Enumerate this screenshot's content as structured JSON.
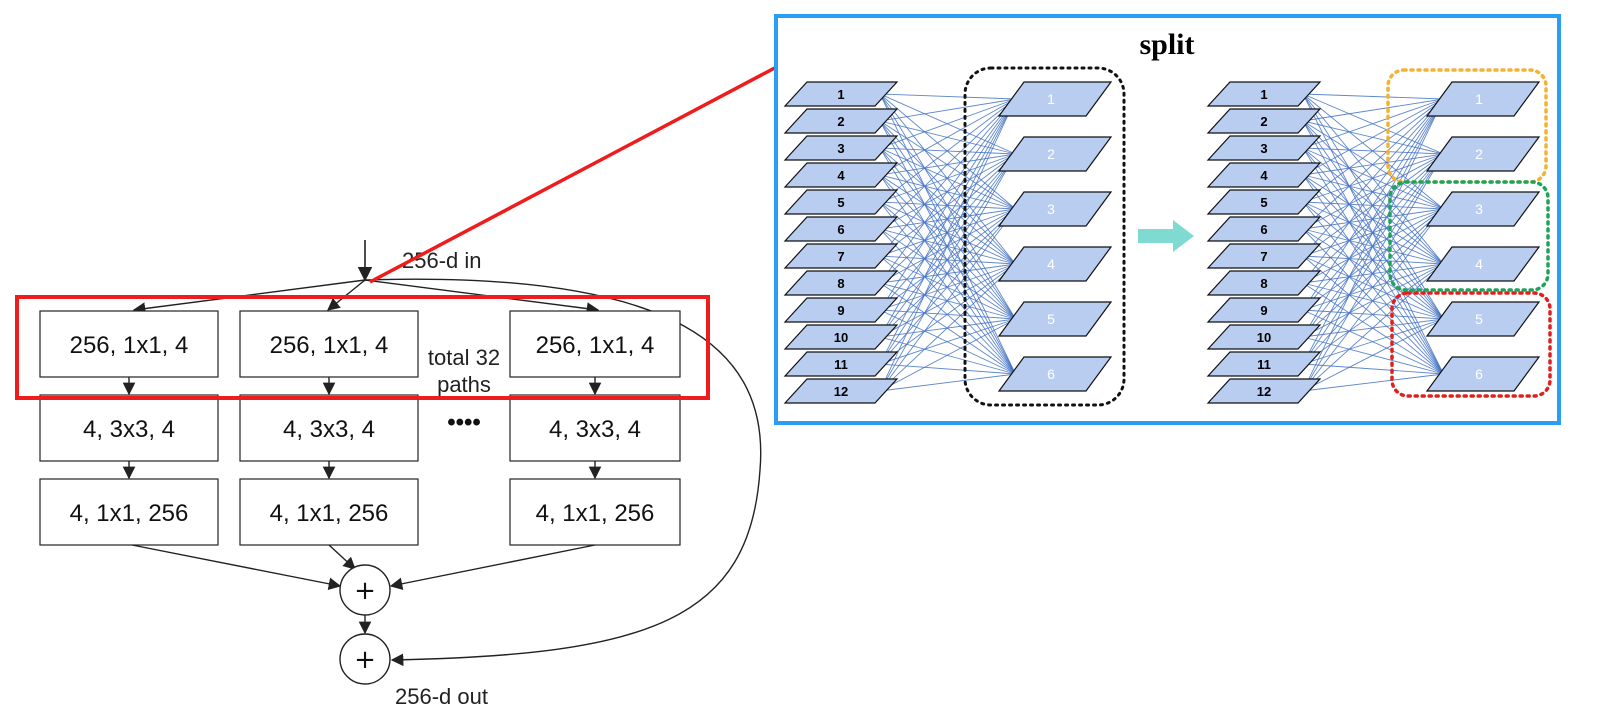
{
  "resnext_block": {
    "input_label": "256-d in",
    "output_label": "256-d out",
    "paths_note": "total 32\npaths",
    "ellipsis": "••••",
    "plus_symbol": "+",
    "columns": [
      {
        "layers": [
          "256, 1x1, 4",
          "4, 3x3, 4",
          "4, 1x1, 256"
        ]
      },
      {
        "layers": [
          "256, 1x1, 4",
          "4, 3x3, 4",
          "4, 1x1, 256"
        ]
      },
      {
        "layers": [
          "256, 1x1, 4",
          "4, 3x3, 4",
          "4, 1x1, 256"
        ]
      }
    ]
  },
  "split_panel": {
    "title": "split",
    "left_diagram": {
      "input_channels": [
        "1",
        "2",
        "3",
        "4",
        "5",
        "6",
        "7",
        "8",
        "9",
        "10",
        "11",
        "12"
      ],
      "output_channels": [
        "1",
        "2",
        "3",
        "4",
        "5",
        "6"
      ]
    },
    "right_diagram": {
      "input_channels": [
        "1",
        "2",
        "3",
        "4",
        "5",
        "6",
        "7",
        "8",
        "9",
        "10",
        "11",
        "12"
      ],
      "output_channels": [
        "1",
        "2",
        "3",
        "4",
        "5",
        "6"
      ],
      "groups": [
        {
          "channels": [
            "1",
            "2"
          ],
          "color": "#f2b233"
        },
        {
          "channels": [
            "3",
            "4"
          ],
          "color": "#1fa35a"
        },
        {
          "channels": [
            "5",
            "6"
          ],
          "color": "#e0201c"
        }
      ]
    }
  },
  "colors": {
    "highlight_red": "#ee1c1c",
    "panel_blue": "#2a9df4",
    "channel_fill": "#b9cdf0",
    "connection_blue": "#4472c4",
    "arrow_teal": "#7fdbd2"
  }
}
